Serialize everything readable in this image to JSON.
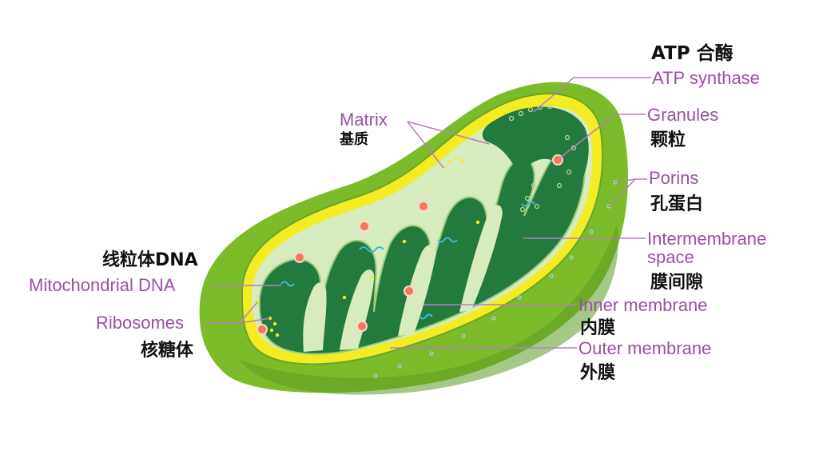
{
  "colors": {
    "outer_green": "#7cbb2a",
    "outer_shadow": "#4f8f1f",
    "yellow_membrane": "#f3ec23",
    "intermembrane": "#d6ebbe",
    "matrix": "#237a3f",
    "granule": "#f0795a",
    "dna": "#3fb7d6",
    "label_purple": "#9b4fa8",
    "leader_line": "#b57fc0"
  },
  "labels": {
    "atp_cn": "ATP 合酶",
    "atp_en": "ATP synthase",
    "granules_en": "Granules",
    "granules_cn": "颗粒",
    "porins_en": "Porins",
    "porins_cn": "孔蛋白",
    "intermembrane_en_1": "Intermembrane",
    "intermembrane_en_2": "space",
    "intermembrane_cn": "膜间隙",
    "inner_en": "Inner membrane",
    "inner_cn": "内膜",
    "outer_en": "Outer membrane",
    "outer_cn": "外膜",
    "matrix_en": "Matrix",
    "matrix_cn": "基质",
    "mtdna_cn": "线粒体DNA",
    "mtdna_en": "Mitochondrial DNA",
    "ribosomes_en": "Ribosomes",
    "ribosomes_cn": "核糖体"
  }
}
